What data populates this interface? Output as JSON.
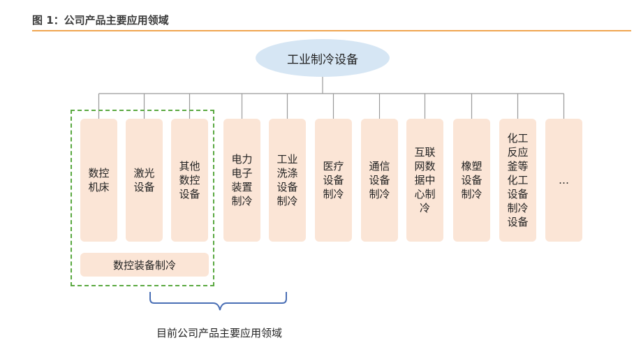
{
  "figure_title": "图 1：公司产品主要应用领域",
  "root": {
    "label": "工业制冷设备"
  },
  "children": [
    {
      "label": "数控\n机床"
    },
    {
      "label": "激光\n设备"
    },
    {
      "label": "其他\n数控\n设备"
    },
    {
      "label": "电力\n电子\n装置\n制冷"
    },
    {
      "label": "工业\n洗涤\n设备\n制冷"
    },
    {
      "label": "医疗\n设备\n制冷"
    },
    {
      "label": "通信\n设备\n制冷"
    },
    {
      "label": "互联\n网数\n据中\n心制\n冷"
    },
    {
      "label": "橡塑\n设备\n制冷"
    },
    {
      "label": "化工\n反应\n釜等\n化工\n设备\n制冷\n设备"
    },
    {
      "label": "…"
    }
  ],
  "cnc_group_label": "数控装备制冷",
  "scope_label": "目前公司产品主要应用领域",
  "colors": {
    "box_fill": "#fbe5d6",
    "root_fill": "#d6e6f4",
    "dashed_border": "#59a840",
    "brace": "#4a6fb5",
    "title_rule": "#f0a550"
  }
}
